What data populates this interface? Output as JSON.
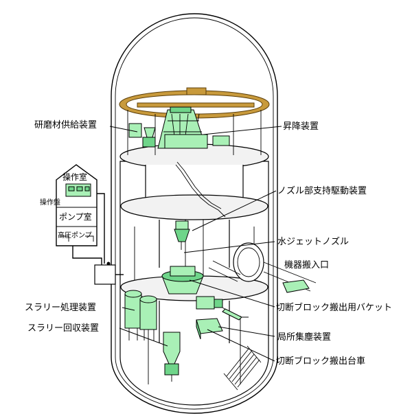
{
  "colors": {
    "equipment": "#a9f0b6",
    "equipment_dark": "#6fd58a",
    "crane": "#c89a3c",
    "outline": "#000000",
    "background": "#ffffff"
  },
  "labels": {
    "abrasive_feeder": "研磨材供給装置",
    "lifting_device": "昇降装置",
    "nozzle_drive": "ノズル部支持駆動装置",
    "water_jet_nozzle": "水ジェットノズル",
    "equipment_entrance": "機器搬入口",
    "bucket": "切断ブロック搬出用バケット",
    "slurry_treatment": "スラリー処理装置",
    "slurry_recovery": "スラリー回収装置",
    "dust_collector": "局所集塵装置",
    "block_cart": "切断ブロック搬出台車"
  },
  "control_house": {
    "operation_room": "操作室",
    "operation_panel": "操作盤",
    "pump_room": "ポンプ室",
    "high_pressure_pump": "高圧ポンプ"
  }
}
